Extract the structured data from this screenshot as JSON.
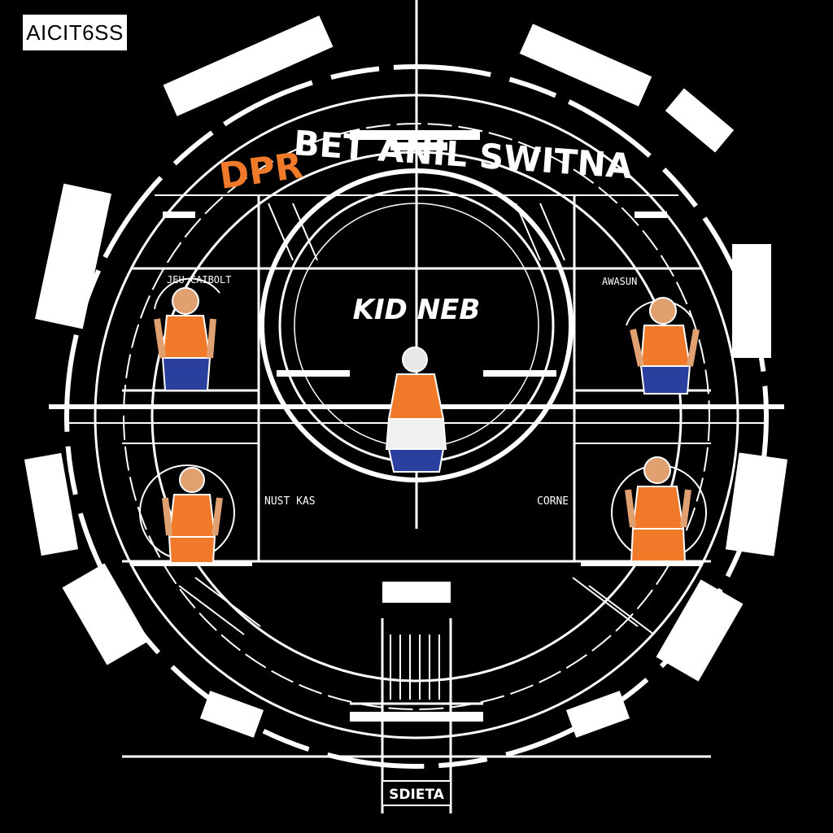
{
  "corner_label": "AICIT6SS",
  "title_left": "DPR",
  "title_main": "BET ANIL SWITNA",
  "center_text": "KID NEB",
  "bottom_plate": "SDIETA",
  "panel_labels": {
    "top_left": "JEU CAIBOLT",
    "top_right": "AWASUN",
    "bottom_left": "NUST KAS",
    "bottom_right": "CORNE"
  },
  "colors": {
    "background": "#000000",
    "line": "#ffffff",
    "accent": "#f07a2a",
    "jersey_blue": "#2b3f9e"
  }
}
